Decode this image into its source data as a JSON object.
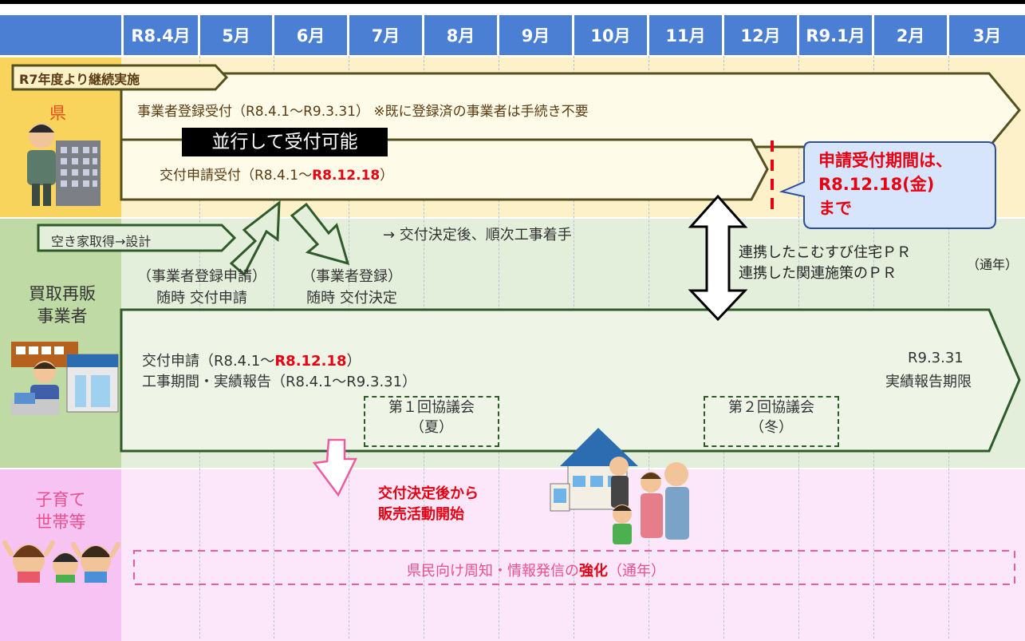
{
  "header": {
    "months": [
      "R8.4月",
      "5月",
      "6月",
      "7月",
      "8月",
      "9月",
      "10月",
      "11月",
      "12月",
      "R9.1月",
      "2月",
      "3月"
    ]
  },
  "lanes": {
    "prefecture": "県",
    "reseller": "買取再販\n事業者",
    "household": "子育て\n世帯等"
  },
  "prefecture": {
    "tag": "R7年度より継続実施",
    "registration": "事業者登録受付（R8.4.1～R9.3.31） ※既に登録済の事業者は手続き不要",
    "parallel_badge": "並行して受付可能",
    "grant_prefix": "交付申請受付（R8.4.1～",
    "grant_deadline": "R8.12.18",
    "grant_suffix": "）",
    "callout": "申請受付期間は、\nR8.12.18(金)\nまで"
  },
  "reseller": {
    "acquire": "空き家取得→設計",
    "step1": "（事業者登録申請）\n随時 交付申請",
    "step2": "（事業者登録）\n随時 交付決定",
    "after_decision": "→ 交付決定後、順次工事着手",
    "pr_line1": "連携したこむすび住宅ＰＲ",
    "pr_line2": "連携した関連施策のＰＲ",
    "pr_note": "（通年）",
    "apply_prefix": "交付申請（R8.4.1～",
    "apply_deadline": "R8.12.18",
    "apply_suffix": "）",
    "work_period": "工事期間・実績報告（R8.4.1～R9.3.31）",
    "deadline_date": "R9.3.31",
    "deadline_label": "実績報告期限",
    "council1": "第１回協議会\n（夏）",
    "council2": "第２回協議会\n（冬）"
  },
  "household": {
    "sales_start": "交付決定後から\n販売活動開始",
    "notice_prefix": "県民向け周知・情報発信の",
    "notice_strong": "強化",
    "notice_suffix": "（通年）"
  },
  "colors": {
    "header_blue": "#4a7fd3",
    "prefecture_bg": "#fdf1c9",
    "prefecture_label_bg": "#f8d45c",
    "reseller_bg": "#e3efdb",
    "reseller_label_bg": "#bfdaa5",
    "household_bg": "#fbe6fa",
    "household_label_bg": "#f6c3f3",
    "arrow_dark": "#55501f",
    "accent_red": "#e60012"
  }
}
